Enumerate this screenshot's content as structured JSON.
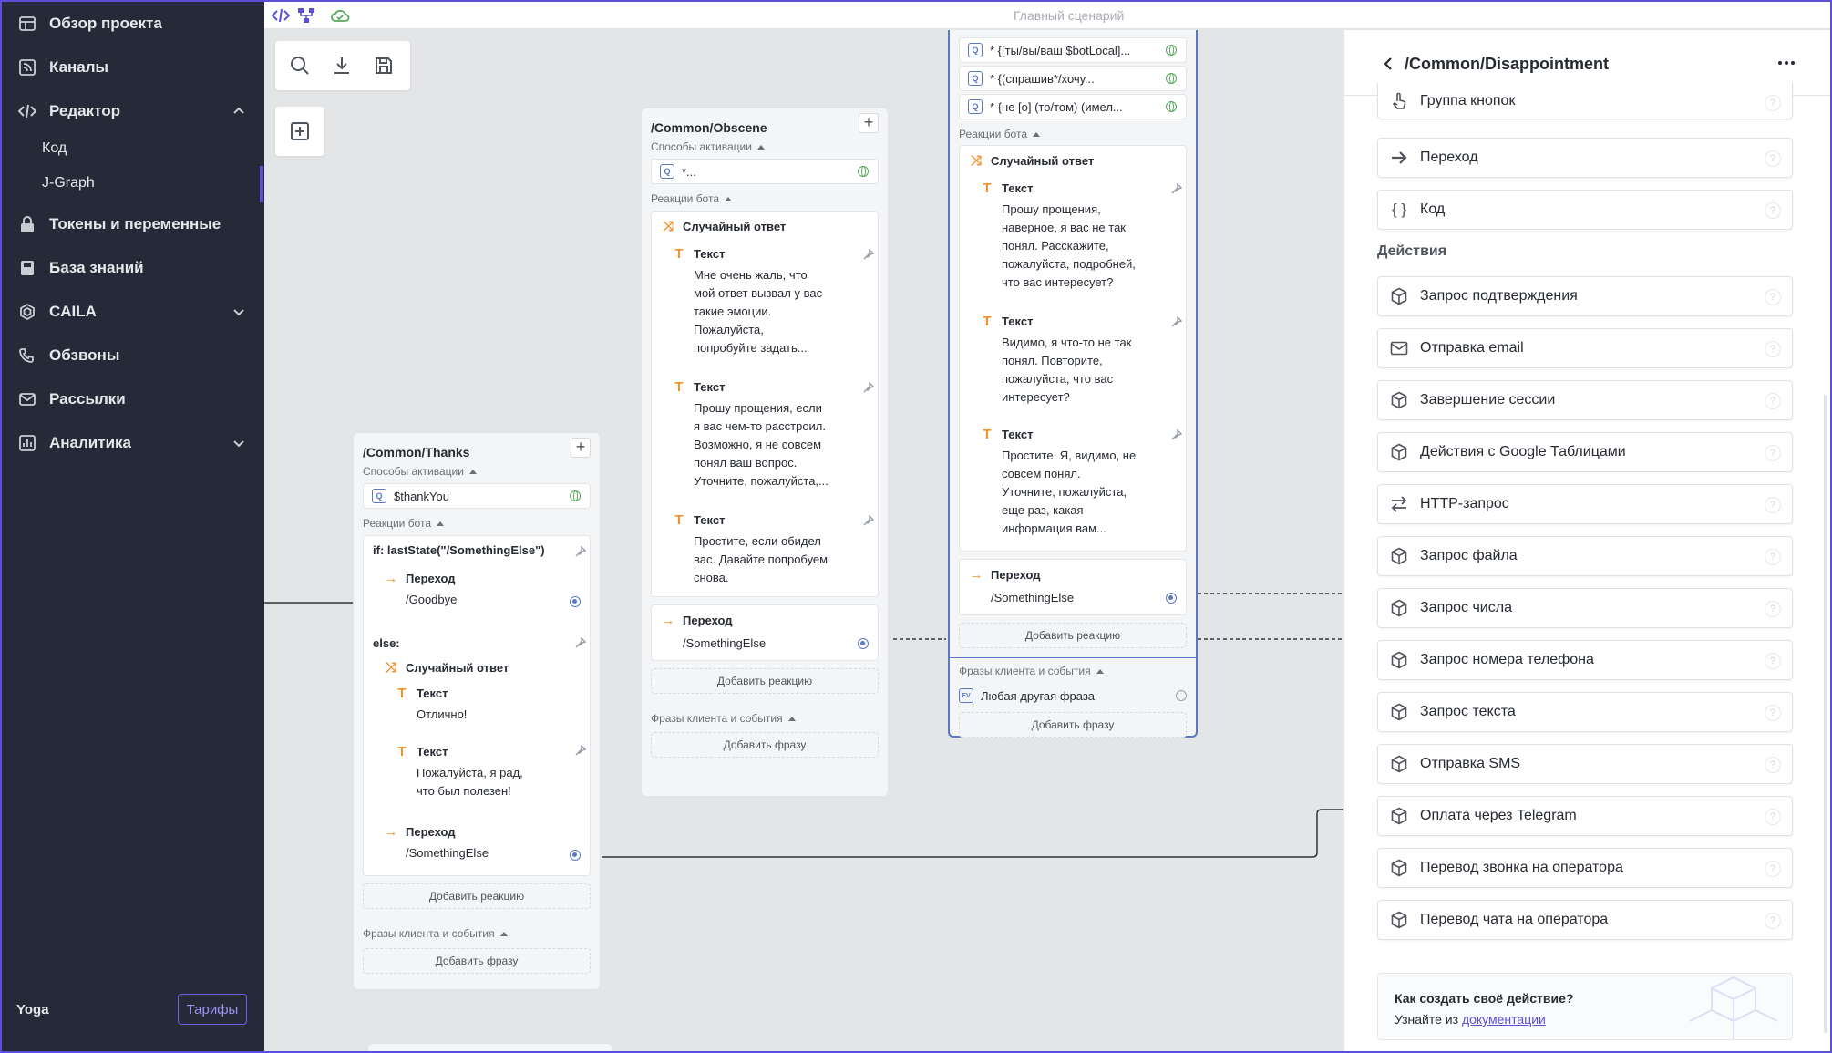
{
  "sidebar": {
    "items": [
      {
        "label": "Обзор проекта",
        "icon": "dashboard-icon"
      },
      {
        "label": "Каналы",
        "icon": "rss-icon"
      },
      {
        "label": "Редактор",
        "icon": "code-icon"
      },
      {
        "label": "Токены и переменные",
        "icon": "lock-icon"
      },
      {
        "label": "База знаний",
        "icon": "book-icon"
      },
      {
        "label": "CAILA",
        "icon": "hexagon-icon"
      },
      {
        "label": "Обзвоны",
        "icon": "phone-icon"
      },
      {
        "label": "Рассылки",
        "icon": "mail-icon"
      },
      {
        "label": "Аналитика",
        "icon": "chart-icon"
      }
    ],
    "editor_sub": [
      "Код",
      "J-Graph"
    ],
    "user": "Yoga",
    "tariff_button": "Тарифы"
  },
  "topbar": {
    "scenario_title": "Главный сценарий"
  },
  "cards": {
    "thanks": {
      "title": "/Common/Thanks",
      "activation_label": "Способы активации",
      "activation": [
        "$thankYou"
      ],
      "reactions_label": "Реакции бота",
      "if_label": "if: lastState(\"/SomethingElse\")",
      "goto_label": "Переход",
      "goto1": "/Goodbye",
      "else_label": "else:",
      "random_label": "Случайный ответ",
      "text_label": "Текст",
      "text1": "Отлично!",
      "text2_l1": "Пожалуйста, я рад,",
      "text2_l2": "что был полезен!",
      "goto2": "/SomethingElse",
      "add_reaction": "Добавить реакцию",
      "phrases_label": "Фразы клиента и события",
      "add_phrase": "Добавить фразу"
    },
    "obscene": {
      "title": "/Common/Obscene",
      "activation_label": "Способы активации",
      "activation": [
        "*..."
      ],
      "reactions_label": "Реакции бота",
      "random_label": "Случайный ответ",
      "text_label": "Текст",
      "t1": [
        "Мне очень жаль, что",
        "мой ответ вызвал у вас",
        "такие эмоции.",
        "Пожалуйста,",
        "попробуйте задать..."
      ],
      "t2": [
        "Прошу прощения, если",
        "я вас чем-то расстроил.",
        "Возможно, я не совсем",
        "понял ваш вопрос.",
        "Уточните, пожалуйста,..."
      ],
      "t3": [
        "Простите, если обидел",
        "вас. Давайте попробуем",
        "снова."
      ],
      "goto_label": "Переход",
      "goto": "/SomethingElse",
      "add_reaction": "Добавить реакцию",
      "phrases_label": "Фразы клиента и события",
      "add_phrase": "Добавить фразу"
    },
    "disappointment": {
      "activation": [
        "* {[ты/вы/ваш $botLocal]...",
        "* {(спрашив*/хочу...",
        "* {не [о] (то/том) (имел..."
      ],
      "reactions_label": "Реакции бота",
      "random_label": "Случайный ответ",
      "text_label": "Текст",
      "t1": [
        "Прошу прощения,",
        "наверное, я вас не так",
        "понял. Расскажите,",
        "пожалуйста, подробней,",
        "что вас интересует?"
      ],
      "t2": [
        "Видимо, я что-то не так",
        "понял. Повторите,",
        "пожалуйста, что вас",
        "интересует?"
      ],
      "t3": [
        "Простите. Я, видимо, не",
        "совсем понял.",
        "Уточните, пожалуйста,",
        "еще раз, какая",
        "информация вам..."
      ],
      "goto_label": "Переход",
      "goto": "/SomethingElse",
      "add_reaction": "Добавить реакцию",
      "phrases_label": "Фразы клиента и события",
      "event_phrase": "Любая другая фраза",
      "event_badge": "EV",
      "add_phrase": "Добавить фразу"
    }
  },
  "panel": {
    "title": "/Common/Disappointment",
    "top_items": [
      {
        "label": "Группа кнопок",
        "icon": "hand-pointer-icon"
      },
      {
        "label": "Переход",
        "icon": "arrow-right-icon"
      },
      {
        "label": "Код",
        "icon": "braces-icon"
      }
    ],
    "actions_heading": "Действия",
    "actions": [
      {
        "label": "Запрос подтверждения",
        "icon": "cube-icon"
      },
      {
        "label": "Отправка email",
        "icon": "mail-icon"
      },
      {
        "label": "Завершение сессии",
        "icon": "cube-icon"
      },
      {
        "label": "Действия с Google Таблицами",
        "icon": "cube-icon"
      },
      {
        "label": "HTTP-запрос",
        "icon": "swap-arrows-icon"
      },
      {
        "label": "Запрос файла",
        "icon": "cube-icon"
      },
      {
        "label": "Запрос числа",
        "icon": "cube-icon"
      },
      {
        "label": "Запрос номера телефона",
        "icon": "cube-icon"
      },
      {
        "label": "Запрос текста",
        "icon": "cube-icon"
      },
      {
        "label": "Отправка SMS",
        "icon": "cube-icon"
      },
      {
        "label": "Оплата через Telegram",
        "icon": "cube-icon"
      },
      {
        "label": "Перевод звонка на оператора",
        "icon": "cube-icon"
      },
      {
        "label": "Перевод чата на оператора",
        "icon": "cube-icon"
      }
    ],
    "help_glyph": "?",
    "info_question": "Как создать своё действие?",
    "info_prefix": "Узнайте из ",
    "info_link": "документации"
  }
}
